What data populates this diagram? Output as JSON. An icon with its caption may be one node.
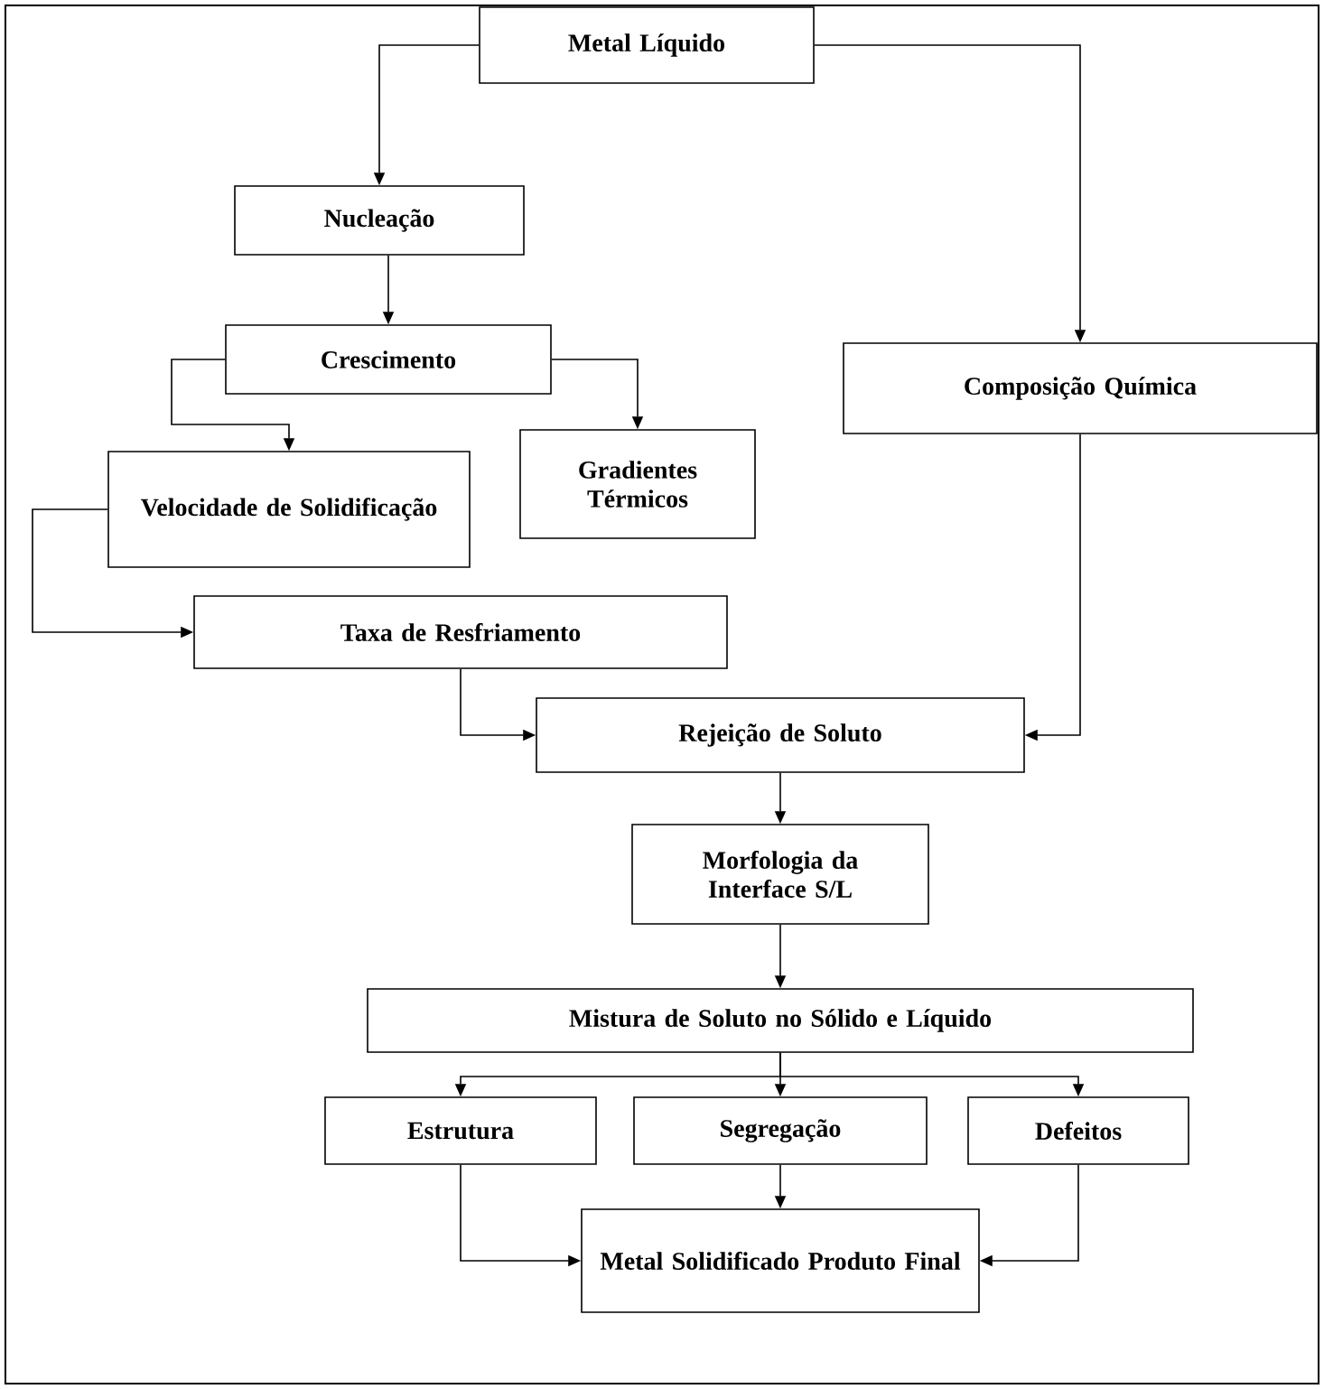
{
  "diagram": {
    "nodes": [
      {
        "text": [
          "Metal Líquido"
        ]
      },
      {
        "text": [
          "Nucleação"
        ]
      },
      {
        "text": [
          "Crescimento"
        ]
      },
      {
        "text": [
          "Composição Química"
        ]
      },
      {
        "text": [
          "Velocidade de Solidificação"
        ]
      },
      {
        "text": [
          "Gradientes Térmicos"
        ]
      },
      {
        "text": [
          "Taxa de Resfriamento"
        ]
      },
      {
        "text": [
          "Rejeição de Soluto"
        ]
      },
      {
        "text": [
          "Morfologia da Interface S/L"
        ]
      },
      {
        "text": [
          "Mistura de Soluto no Sólido e  Líquido"
        ]
      },
      {
        "text": [
          "Estrutura"
        ]
      },
      {
        "text": [
          "Segregação"
        ]
      },
      {
        "text": [
          "Defeitos"
        ]
      },
      {
        "text": [
          "Metal Solidificado Produto Final"
        ]
      }
    ],
    "edges": [
      {
        "from": 0,
        "to": 1,
        "arrow": "to"
      },
      {
        "from": 0,
        "to": 3,
        "arrow": "to"
      },
      {
        "from": 1,
        "to": 2,
        "arrow": "to"
      },
      {
        "from": 2,
        "to": 4,
        "arrow": "to"
      },
      {
        "from": 2,
        "to": 5,
        "arrow": "to"
      },
      {
        "from": 4,
        "to": 6,
        "arrow": "to"
      },
      {
        "from": 6,
        "to": 7,
        "arrow": "to"
      },
      {
        "from": 3,
        "to": 7,
        "arrow": "to"
      },
      {
        "from": 7,
        "to": 8,
        "arrow": "to"
      },
      {
        "from": 8,
        "to": 9,
        "arrow": "to"
      },
      {
        "from": 9,
        "to": 10,
        "arrow": "to"
      },
      {
        "from": 9,
        "to": 11,
        "arrow": "to"
      },
      {
        "from": 9,
        "to": 12,
        "arrow": "to"
      },
      {
        "from": 10,
        "to": 13,
        "arrow": "to"
      },
      {
        "from": 11,
        "to": 13,
        "arrow": "to"
      },
      {
        "from": 12,
        "to": 13,
        "arrow": "to"
      }
    ]
  }
}
